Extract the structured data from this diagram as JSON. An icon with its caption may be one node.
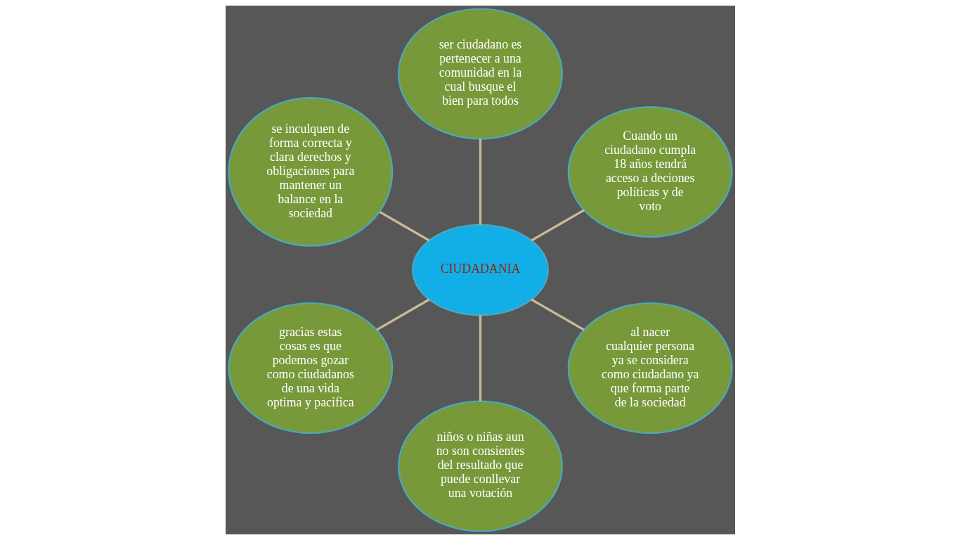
{
  "diagram": {
    "nodes": [
      {
        "text": [
          "CIUDADANIA"
        ]
      },
      {
        "text": [
          "Cuando un ciudadano cumpla 18 años tendrá acceso a deciones políticas y de voto"
        ]
      },
      {
        "text": [
          "ser ciudadano es pertenecer a una comunidad en la cual busque el bien para todos"
        ]
      },
      {
        "text": [
          "se inculquen de forma correcta y clara derechos y obligaciones para mantener un balance en la sociedad"
        ]
      },
      {
        "text": [
          "gracias estas cosas es que podemos gozar como ciudadanos de una vida optima y pacifica"
        ]
      },
      {
        "text": [
          "niños o niñas aun no son consientes del resultado que puede conllevar una votación"
        ]
      },
      {
        "text": [
          "al nacer cualquier persona ya se considera como ciudadano ya que forma parte de la sociedad"
        ]
      }
    ],
    "edges": [
      {
        "from": 0,
        "to": 1,
        "arrow": "none"
      },
      {
        "from": 0,
        "to": 2,
        "arrow": "none"
      },
      {
        "from": 0,
        "to": 3,
        "arrow": "none"
      },
      {
        "from": 0,
        "to": 4,
        "arrow": "none"
      },
      {
        "from": 0,
        "to": 5,
        "arrow": "none"
      },
      {
        "from": 0,
        "to": 6,
        "arrow": "none"
      }
    ]
  }
}
